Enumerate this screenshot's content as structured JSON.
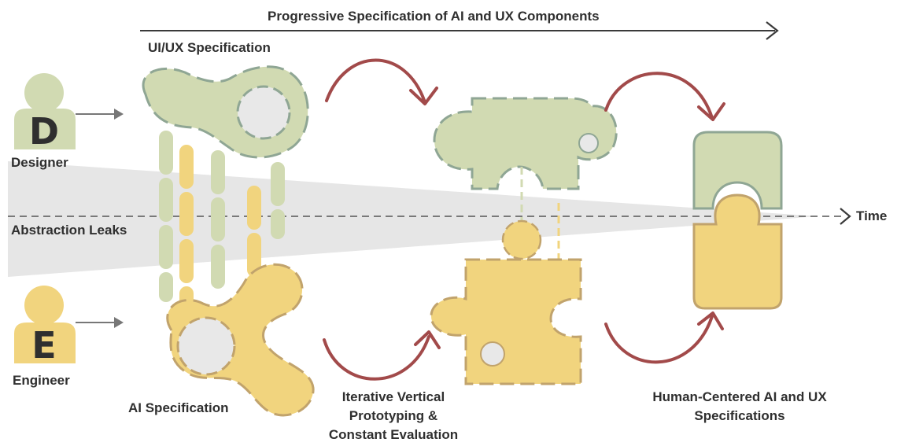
{
  "title": "Progressive Specification of AI and UX Components",
  "ui_spec_label": "UI/UX Specification",
  "ai_spec_label": "AI Specification",
  "designer": {
    "letter": "D",
    "label": "Designer"
  },
  "engineer": {
    "letter": "E",
    "label": "Engineer"
  },
  "abstraction_label": "Abstraction Leaks",
  "time_label": "Time",
  "iterative_label": [
    "Iterative Vertical",
    "Prototyping &",
    "Constant Evaluation"
  ],
  "human_centered_label": [
    "Human-Centered AI and UX",
    "Specifications"
  ],
  "colors": {
    "ux_green": "#d1dab2",
    "ux_green_border": "#8fa694",
    "ai_yellow": "#f1d47e",
    "ai_yellow_border": "#c1a36c",
    "hole": "#e8e8e8",
    "arrow_red": "#a24a4a",
    "text": "#2f2f2f",
    "cone": "#e6e6e6"
  }
}
